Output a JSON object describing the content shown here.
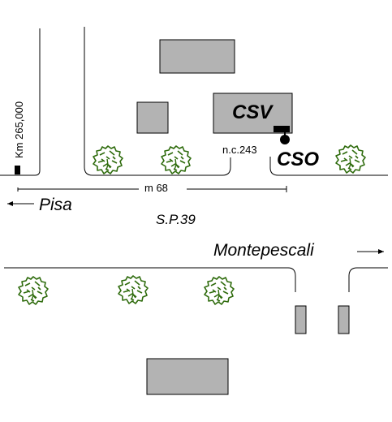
{
  "labels": {
    "km_marker": "Km 265,000",
    "csv": "CSV",
    "cso": "CSO",
    "house_number": "n.c.243",
    "distance": "m 68",
    "pisa": "Pisa",
    "road": "S.P.39",
    "montepescali": "Montepescali"
  },
  "icons": {
    "tree": "tree-icon",
    "arrow_left": "arrow-left-icon",
    "arrow_right": "arrow-right-icon",
    "marker": "marker-icon"
  },
  "colors": {
    "building_fill": "#b3b3b3",
    "tree_green": "#2e6b0c",
    "tree_light": "#ffffff",
    "ink": "#000000"
  }
}
